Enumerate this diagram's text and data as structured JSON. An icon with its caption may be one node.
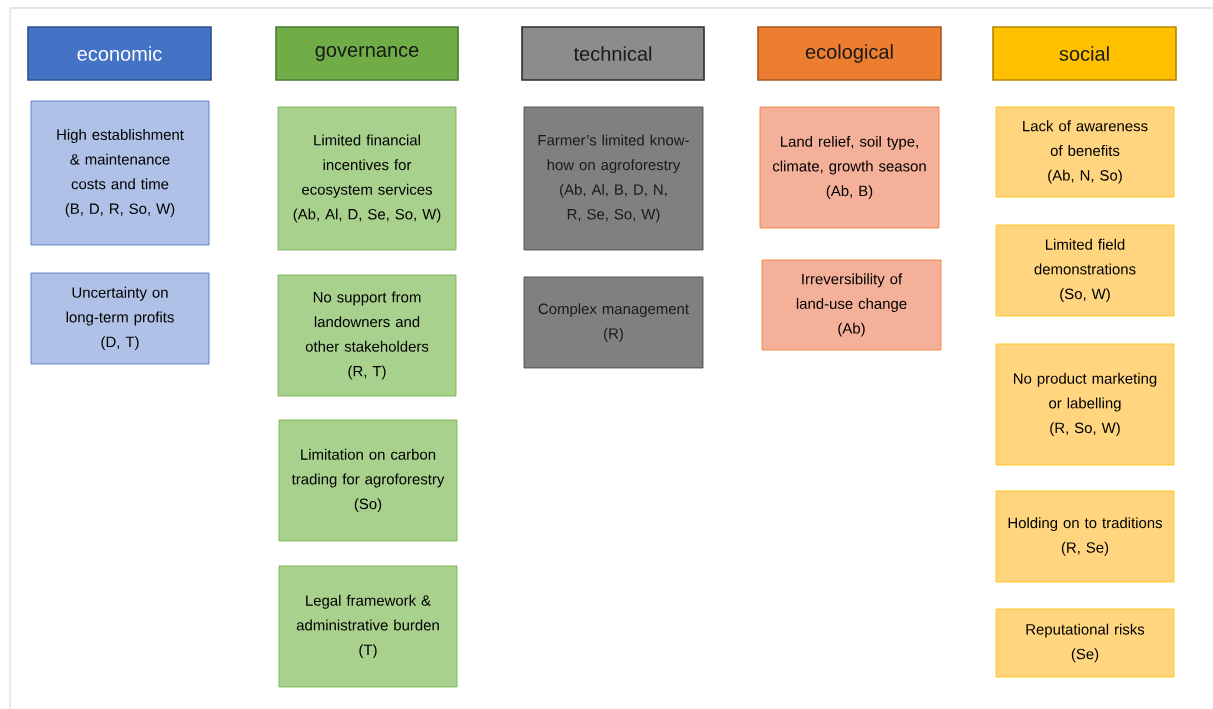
{
  "diagram": {
    "nodes": [
      {
        "text": [
          "economic"
        ]
      },
      {
        "text": [
          "High establishment & maintenance costs and time",
          "(B, D, R, So, W)"
        ]
      },
      {
        "text": [
          "Uncertainty on long-term profits",
          "(D, T)"
        ]
      },
      {
        "text": [
          "governance"
        ]
      },
      {
        "text": [
          "Limited financial incentives for ecosystem services",
          "(Ab, Al, D, Se, So, W)"
        ]
      },
      {
        "text": [
          "No support from landowners and other stakeholders",
          "(R, T)"
        ]
      },
      {
        "text": [
          "Limitation on carbon trading for agroforestry",
          "(So)"
        ]
      },
      {
        "text": [
          "Legal framework & administrative burden",
          "(T)"
        ]
      },
      {
        "text": [
          "technical"
        ]
      },
      {
        "text": [
          "Farmer’s limited know-how on agroforestry",
          "(Ab, Al, B, D, N, R, Se, So, W)"
        ]
      },
      {
        "text": [
          "Complex management",
          "(R)"
        ]
      },
      {
        "text": [
          "ecological"
        ]
      },
      {
        "text": [
          "Land relief, soil type, climate, growth season",
          "(Ab, B)"
        ]
      },
      {
        "text": [
          "Irreversibility of land-use change",
          "(Ab)"
        ]
      },
      {
        "text": [
          "social"
        ]
      },
      {
        "text": [
          "Lack of awareness of benefits",
          "(Ab, N, So)"
        ]
      },
      {
        "text": [
          "Limited field demonstrations",
          "(So, W)"
        ]
      },
      {
        "text": [
          "No product marketing or labelling",
          "(R, So, W)"
        ]
      },
      {
        "text": [
          "Holding on to traditions",
          "(R, Se)"
        ]
      },
      {
        "text": [
          "Reputational risks",
          "(Se)"
        ]
      }
    ]
  }
}
